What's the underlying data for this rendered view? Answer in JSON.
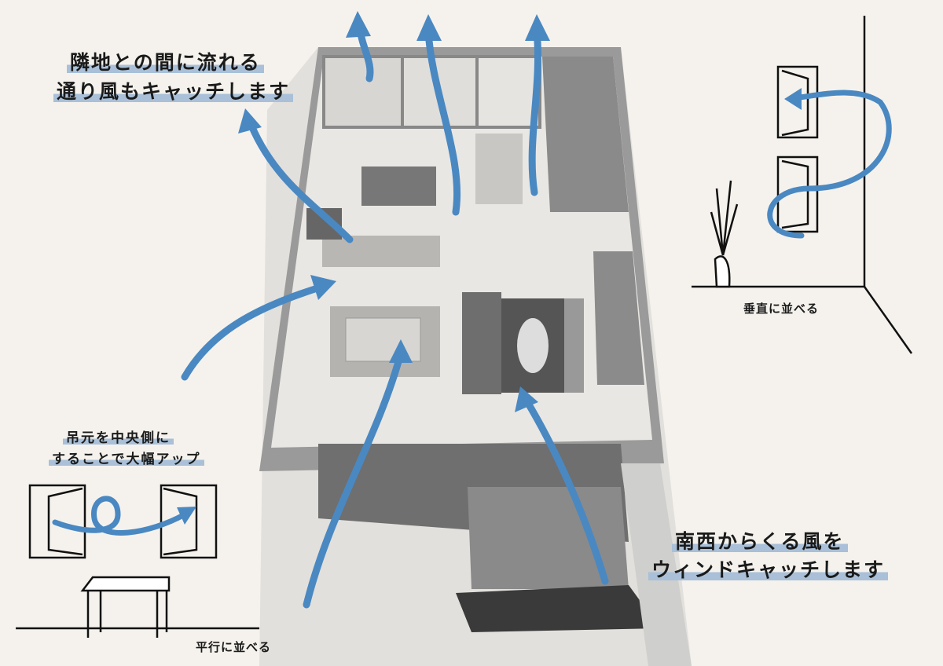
{
  "labels": {
    "top_left_line1": "隣地との間に流れる",
    "top_left_line2": "通り風もキャッチします",
    "vertical_caption": "垂直に並べる",
    "hinge_line1": "吊元を中央側に",
    "hinge_line2": "することで大幅アップ",
    "parallel_caption": "平行に並べる",
    "bottom_right_line1": "南西からくる風を",
    "bottom_right_line2": "ウィンドキャッチします"
  },
  "colors": {
    "background": "#f5f2ed",
    "arrow": "#4a88c2",
    "highlight": "#a9c0d8",
    "walls": "#8e8e8e"
  }
}
